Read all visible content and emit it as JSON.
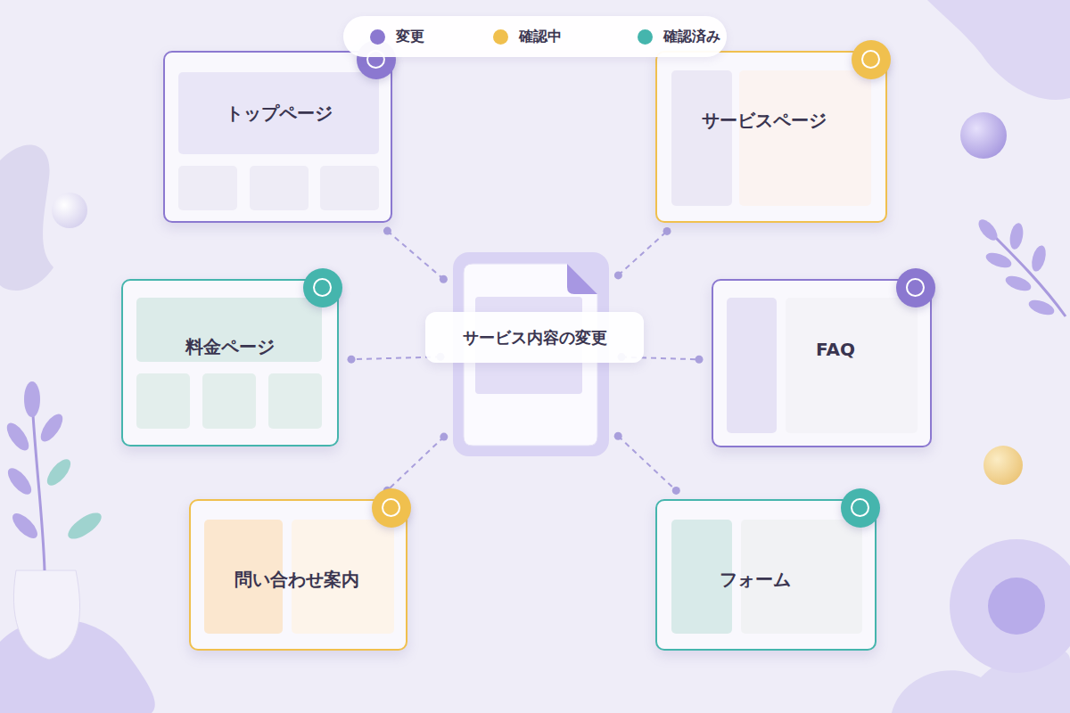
{
  "diagram": {
    "nodes": [
      {
        "text": [
          "トップページ"
        ]
      },
      {
        "text": [
          "サービスページ"
        ]
      },
      {
        "text": [
          "料金ページ"
        ]
      },
      {
        "text": [
          "サービス内容の変更"
        ]
      },
      {
        "text": [
          "FAQ"
        ]
      },
      {
        "text": [
          "問い合わせ案内"
        ]
      },
      {
        "text": [
          "フォーム"
        ]
      }
    ],
    "edges": [
      {
        "from": 3,
        "to": 0,
        "arrow": "none"
      },
      {
        "from": 3,
        "to": 1,
        "arrow": "none"
      },
      {
        "from": 3,
        "to": 2,
        "arrow": "none"
      },
      {
        "from": 3,
        "to": 4,
        "arrow": "none"
      },
      {
        "from": 3,
        "to": 5,
        "arrow": "none"
      },
      {
        "from": 3,
        "to": 6,
        "arrow": "none"
      }
    ],
    "legend": [
      {
        "text": "変更",
        "color": "#8b78d0"
      },
      {
        "text": "確認中",
        "color": "#f0c04e"
      },
      {
        "text": "確認済み",
        "color": "#45b5ad"
      }
    ]
  }
}
